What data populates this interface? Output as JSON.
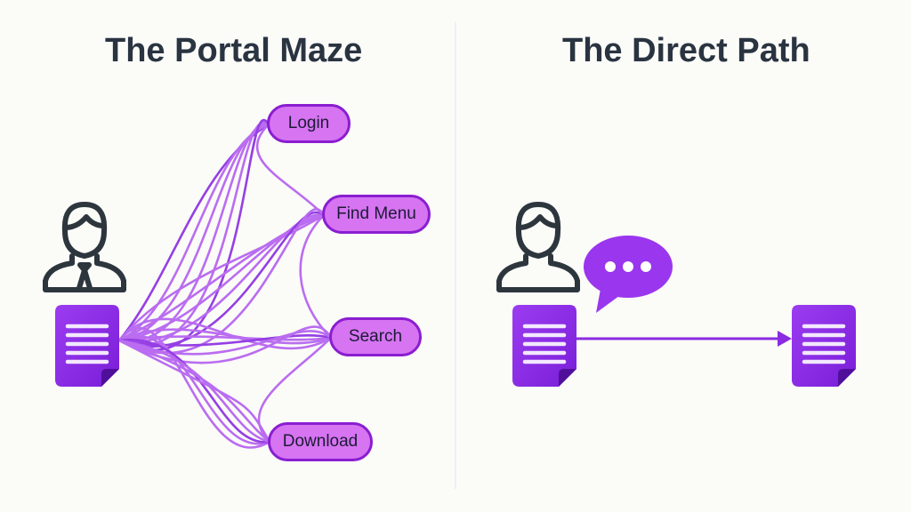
{
  "left_panel": {
    "title": "The Portal Maze",
    "steps": [
      {
        "label": "Login"
      },
      {
        "label": "Find Menu"
      },
      {
        "label": "Search"
      },
      {
        "label": "Download"
      }
    ]
  },
  "right_panel": {
    "title": "The Direct Path"
  },
  "colors": {
    "accent": "#8a2be2",
    "pill_fill": "#d674f2",
    "pill_border": "#8a1ed0",
    "line": "#b35ef0",
    "icon_stroke": "#2d353d",
    "title": "#2a3441"
  }
}
